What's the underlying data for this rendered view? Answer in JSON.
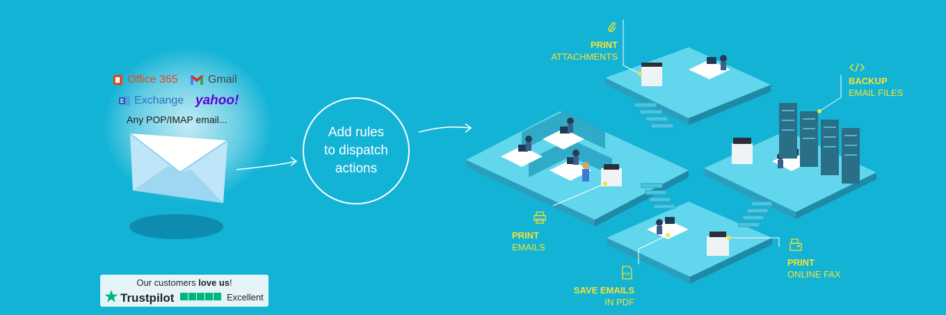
{
  "providers": {
    "office365": "Office 365",
    "gmail": "Gmail",
    "exchange": "Exchange",
    "yahoo": "yahoo!",
    "any": "Any POP/IMAP email..."
  },
  "rules": {
    "line1": "Add rules",
    "line2": "to dispatch",
    "line3": "actions"
  },
  "actions": {
    "print_attachments": {
      "bold": "PRINT",
      "normal": "ATTACHMENTS"
    },
    "backup": {
      "bold": "BACKUP",
      "normal": "EMAIL FILES"
    },
    "print_emails": {
      "bold": "PRINT",
      "normal": "EMAILS"
    },
    "save_pdf": {
      "bold": "SAVE EMAILS",
      "normal": "IN PDF"
    },
    "print_fax": {
      "bold": "PRINT",
      "normal": "ONLINE FAX"
    }
  },
  "trustpilot": {
    "pre": "Our customers ",
    "bold": "love us",
    "post": "!",
    "brand": "Trustpilot",
    "rating": "Excellent"
  },
  "colors": {
    "background": "#13b3d6",
    "label_yellow": "#f7e233",
    "trustpilot_green": "#00b67a",
    "office_red": "#e3491e",
    "exchange_blue": "#2f6fbf",
    "yahoo_purple": "#5f01d1"
  }
}
